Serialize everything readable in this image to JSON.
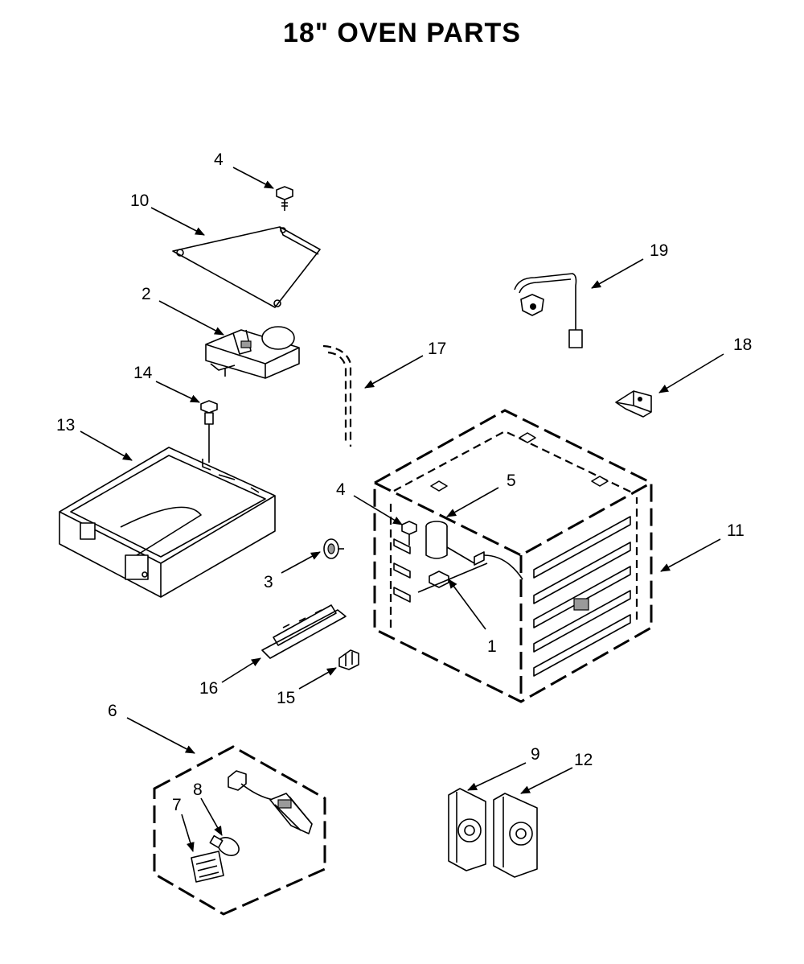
{
  "title": "18\" OVEN PARTS",
  "callouts": [
    {
      "id": "c4a",
      "label": "4"
    },
    {
      "id": "c10",
      "label": "10"
    },
    {
      "id": "c19",
      "label": "19"
    },
    {
      "id": "c2",
      "label": "2"
    },
    {
      "id": "c17",
      "label": "17"
    },
    {
      "id": "c18",
      "label": "18"
    },
    {
      "id": "c14",
      "label": "14"
    },
    {
      "id": "c13",
      "label": "13"
    },
    {
      "id": "c5",
      "label": "5"
    },
    {
      "id": "c4b",
      "label": "4"
    },
    {
      "id": "c11",
      "label": "11"
    },
    {
      "id": "c3",
      "label": "3"
    },
    {
      "id": "c1",
      "label": "1"
    },
    {
      "id": "c16",
      "label": "16"
    },
    {
      "id": "c15",
      "label": "15"
    },
    {
      "id": "c6",
      "label": "6"
    },
    {
      "id": "c9",
      "label": "9"
    },
    {
      "id": "c12",
      "label": "12"
    },
    {
      "id": "c8",
      "label": "8"
    },
    {
      "id": "c7",
      "label": "7"
    }
  ]
}
